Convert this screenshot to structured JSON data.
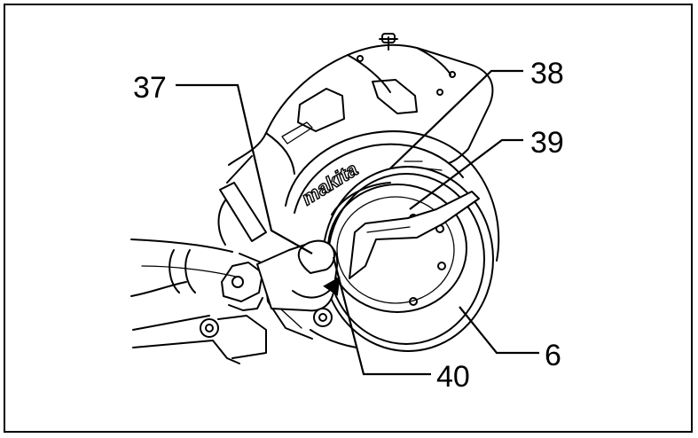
{
  "callouts": {
    "c37": "37",
    "c38": "38",
    "c39": "39",
    "c40": "40",
    "c6": "6"
  },
  "brand_logo": "makita",
  "colors": {
    "ink": "#000000",
    "paper": "#ffffff"
  }
}
